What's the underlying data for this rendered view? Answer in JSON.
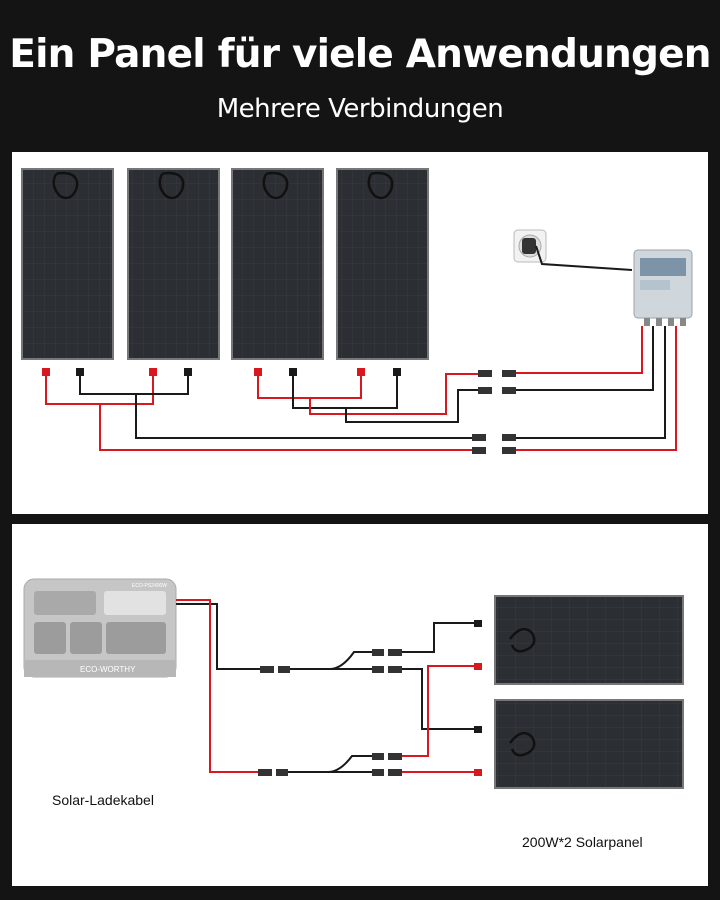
{
  "header": {
    "title": "Ein Panel für viele Anwendungen",
    "subtitle": "Mehrere Verbindungen"
  },
  "bottom_section": {
    "cable_label": "Solar-Ladekabel",
    "panel_label": "200W*2 Solarpanel"
  },
  "station": {
    "brand": "ECO-WORTHY",
    "model": "ECO-PS2400W"
  },
  "terminals": {
    "plus": "+",
    "minus": "−"
  },
  "colors": {
    "background": "#141414",
    "panel": "#2a2d31",
    "positive_wire": "#d7191f",
    "negative_wire": "#1a1a1a"
  }
}
